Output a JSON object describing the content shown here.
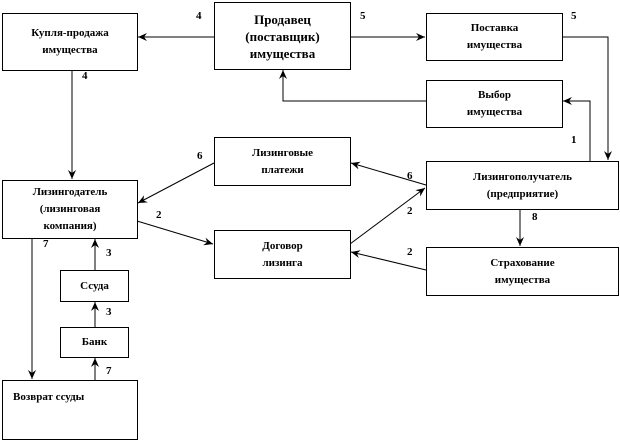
{
  "boxes": {
    "purchase": "Купля-продажа\nимущества",
    "seller": "Продавец\n(поставщик)\nимущества",
    "supply": "Поставка\nимущества",
    "choice": "Выбор\nимущества",
    "payments": "Лизинговые\nплатежи",
    "lessee": "Лизингополучатель\n(предприятие)",
    "lessor": "Лизингодатель\n(лизинговая\nкомпания)",
    "contract": "Договор\nлизинга",
    "insurance": "Страхование\nимущества",
    "loan": "Ссуда",
    "bank": "Банк",
    "repayment": "Возврат ссуды"
  },
  "labels": [
    "4",
    "5",
    "5",
    "4",
    "1",
    "6",
    "6",
    "2",
    "2",
    "2",
    "8",
    "7",
    "3",
    "3",
    "7"
  ]
}
